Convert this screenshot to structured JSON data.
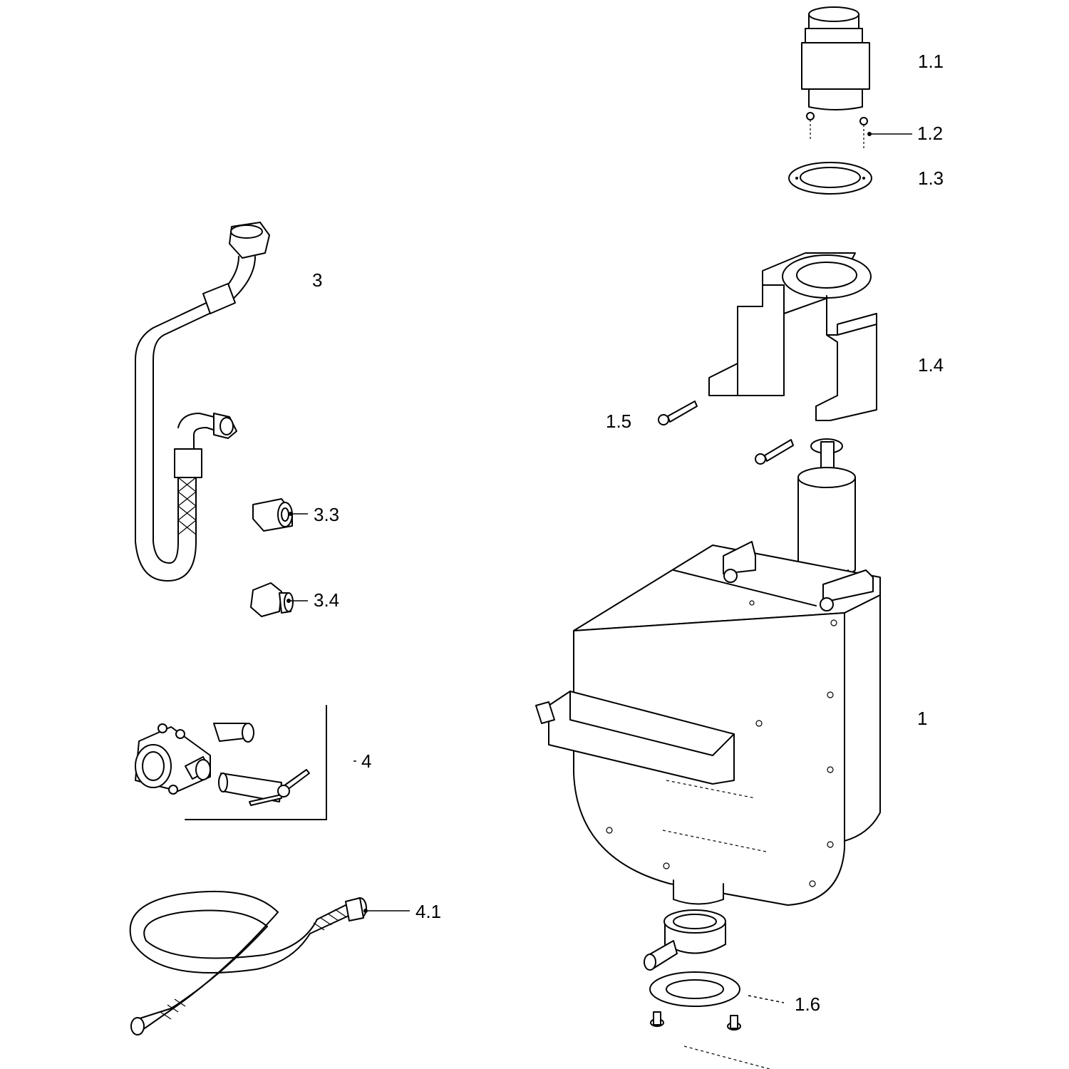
{
  "labels": {
    "p1_1": "1.1",
    "p1_2": "1.2",
    "p1_3": "1.3",
    "p1_4": "1.4",
    "p1_5": "1.5",
    "p1": "1",
    "p1_6": "1.6",
    "p3": "3",
    "p3_3": "3.3",
    "p3_4": "3.4",
    "p4": "4",
    "p4_1": "4.1"
  }
}
